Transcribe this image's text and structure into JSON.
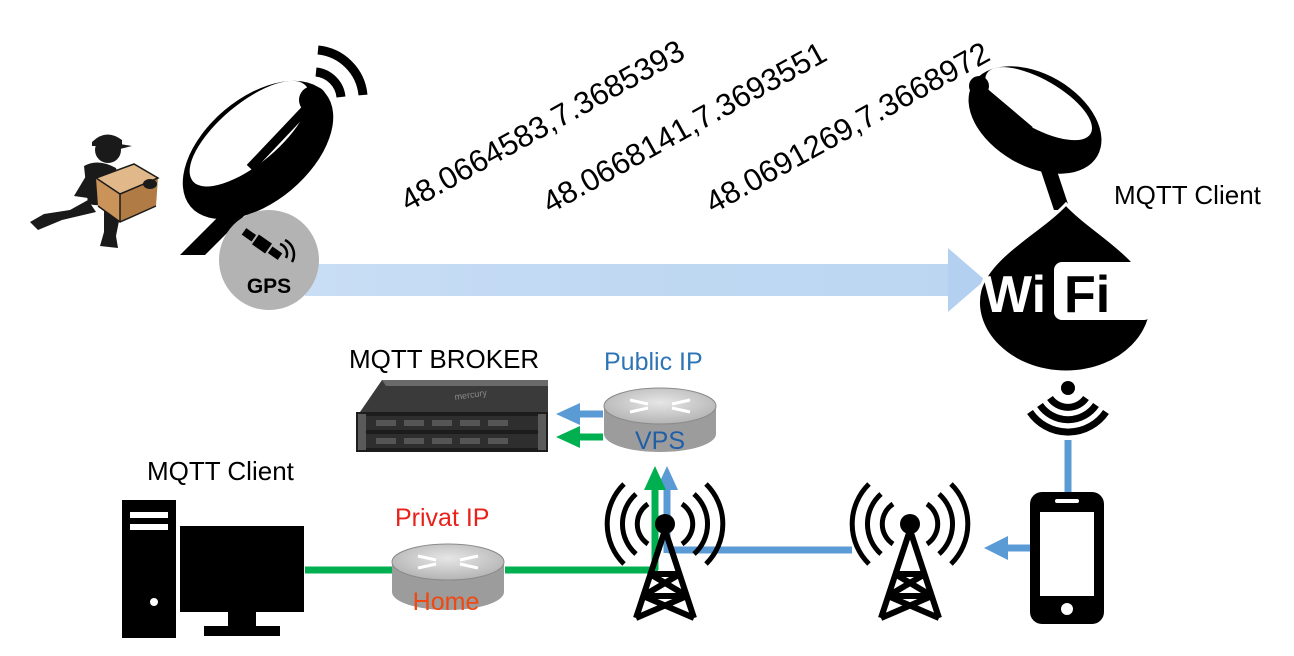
{
  "gps_badge": "GPS",
  "coordinates": [
    "48.0664583,7.3685393",
    "48.0668141,7.3693551",
    "48.0691269,7.3668972"
  ],
  "mobile_client_label": "MQTT Client",
  "wifi_text_left": "Wi",
  "wifi_text_right": "Fi",
  "broker_label": "MQTT BROKER",
  "server_brand": "mercury",
  "public_ip_label": "Public IP",
  "vps_router_label": "VPS",
  "desktop_client_label": "MQTT Client",
  "private_ip_label": "Privat IP",
  "home_router_label": "Home",
  "colors": {
    "blue_link": "#5b9bd5",
    "green_link": "#00b050",
    "public_ip": "#2e75b6",
    "vps_text": "#1f5fa8",
    "private_ip": "#e8211b",
    "home_text": "#f04810",
    "icon": "#000000",
    "gps_circle": "#b3b3b3",
    "router": "#a8a8a8"
  }
}
